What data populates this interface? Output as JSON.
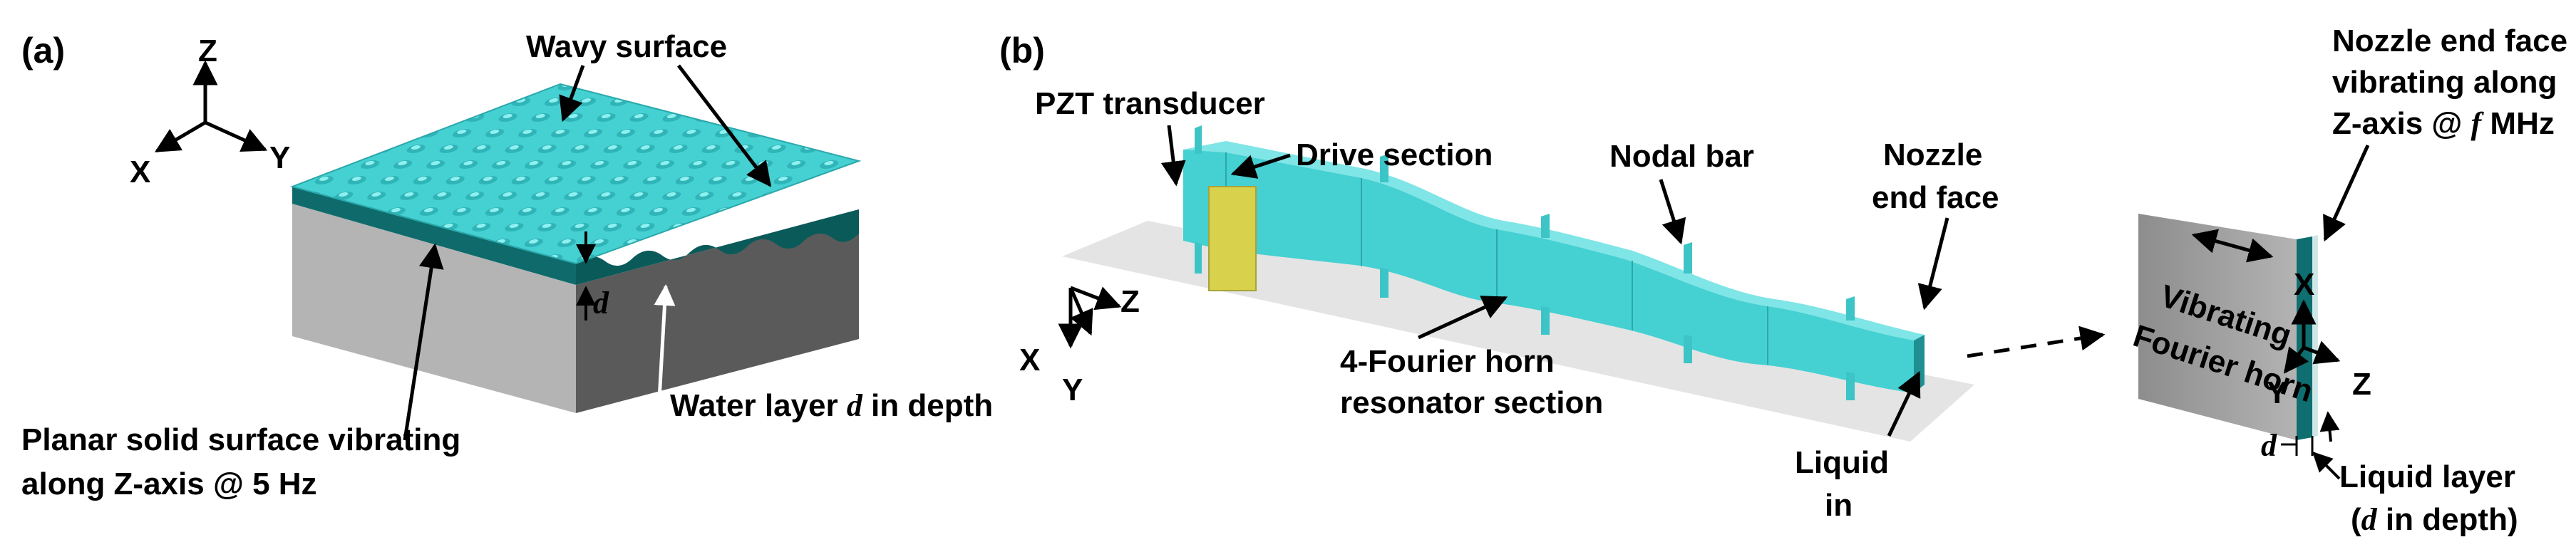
{
  "panel_a": {
    "label": "(a)",
    "axes": {
      "z": "Z",
      "x": "X",
      "y": "Y"
    },
    "wavy_surface_label": "Wavy surface",
    "solid_label_line1": "Planar solid surface vibrating",
    "solid_label_line2": "along Z-axis @ 5 Hz",
    "water_label_prefix": "Water layer ",
    "water_label_var": "d",
    "water_label_suffix": " in depth",
    "depth_var": "d"
  },
  "panel_b": {
    "label": "(b)",
    "axes": {
      "x": "X",
      "y": "Y",
      "z": "Z"
    },
    "pzt_label": "PZT transducer",
    "drive_label": "Drive section",
    "nodal_label": "Nodal bar",
    "nozzle_label_line1": "Nozzle",
    "nozzle_label_line2": "end face",
    "fourier_label_line1": "4-Fourier horn",
    "fourier_label_line2": "resonator section",
    "liquid_in_line1": "Liquid",
    "liquid_in_line2": "in"
  },
  "inset": {
    "nozzle_vib_line1": "Nozzle end face",
    "nozzle_vib_line2": "vibrating along",
    "nozzle_vib_line3_prefix": "Z-axis @ ",
    "nozzle_vib_line3_var": "f",
    "nozzle_vib_line3_suffix": " MHz",
    "vibrating_label": "Vibrating",
    "fourier_horn_label": "Fourier horn",
    "axes": {
      "x": "X",
      "y": "Y",
      "z": "Z"
    },
    "depth_var": "d",
    "liquid_layer_line1": "Liquid layer",
    "liquid_layer_paren_open": "(",
    "liquid_layer_var": "d",
    "liquid_layer_paren_rest": " in depth)"
  },
  "colors": {
    "cyan": "#45d0d2",
    "cyan_light": "#5fdfe0",
    "cyan_dark": "#0a5a5a",
    "gray_left": "#b4b4b4",
    "gray_right": "#5a5a5a",
    "pzt_yellow": "#d7d14c",
    "horn_gray": "#9a9a9a"
  }
}
